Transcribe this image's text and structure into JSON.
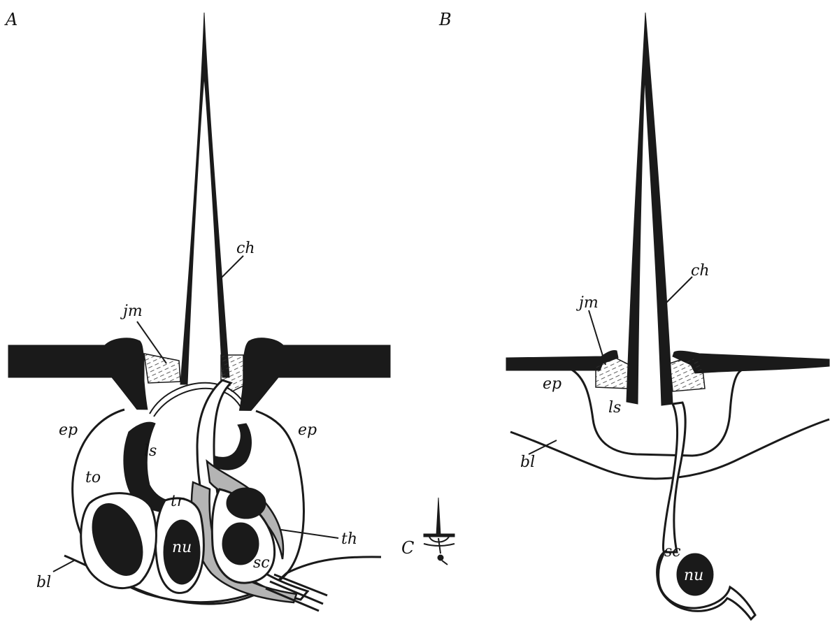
{
  "panels": {
    "a": "A",
    "b": "B",
    "c": "C"
  },
  "labels_a": {
    "ch": "ch",
    "jm": "jm",
    "ep_left": "ep",
    "ep_right": "ep",
    "ls": "ls",
    "to": "to",
    "tr": "tr",
    "nu": "nu",
    "sc": "sc",
    "th": "th",
    "bl": "bl"
  },
  "labels_b": {
    "ch": "ch",
    "jm": "jm",
    "ep": "ep",
    "ls": "ls",
    "bl": "bl",
    "sc": "sc",
    "nu": "nu"
  },
  "colors": {
    "ink": "#1a1a1a",
    "thecogen_cell": "#b4b4b4",
    "joint_membrane": "#f4f4f4"
  }
}
